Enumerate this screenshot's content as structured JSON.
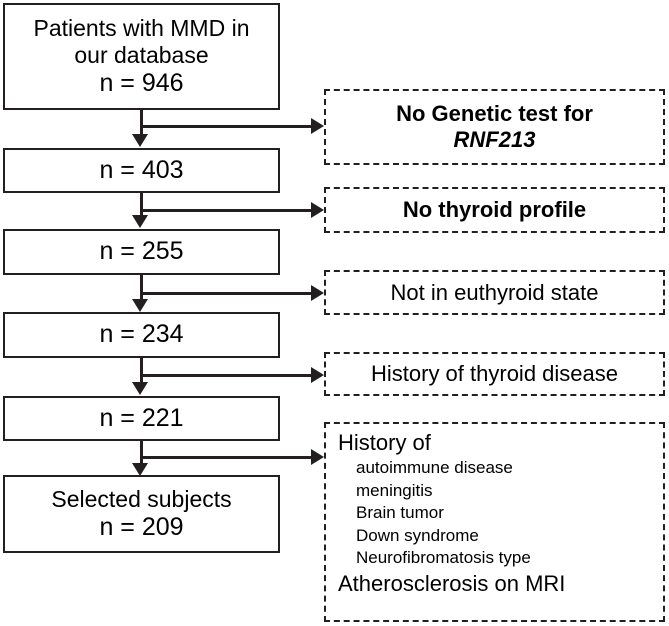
{
  "figure": {
    "type": "flowchart",
    "title": "Patient selection flow diagram",
    "orientation": "vertical-with-right-exclusions"
  },
  "flow": {
    "nodes": [
      {
        "id": "node-source",
        "style": "solid",
        "lines": [
          "Patients with MMD in",
          "our database",
          "n = 946"
        ],
        "count": 946
      },
      {
        "id": "node-403",
        "style": "solid",
        "lines": [
          "n = 403"
        ],
        "count": 403
      },
      {
        "id": "node-255",
        "style": "solid",
        "lines": [
          "n = 255"
        ],
        "count": 255
      },
      {
        "id": "node-234",
        "style": "solid",
        "lines": [
          "n = 234"
        ],
        "count": 234
      },
      {
        "id": "node-221",
        "style": "solid",
        "lines": [
          "n = 221"
        ],
        "count": 221
      },
      {
        "id": "node-selected",
        "style": "solid",
        "lines": [
          "Selected subjects",
          "n = 209"
        ],
        "count": 209
      }
    ]
  },
  "exclusions": [
    {
      "id": "excl-genetic",
      "style": "dashed",
      "line1": "No Genetic test for",
      "line2_italic": "RNF213"
    },
    {
      "id": "excl-thyroid-profile",
      "style": "dashed",
      "line1": "No thyroid profile"
    },
    {
      "id": "excl-euthyroid",
      "style": "dashed",
      "line1": "Not in euthyroid state"
    },
    {
      "id": "excl-thyroid-history",
      "style": "dashed",
      "line1": "History of thyroid disease"
    },
    {
      "id": "excl-history-of",
      "style": "dashed",
      "heading": "History of",
      "items": [
        "autoimmune disease",
        "meningitis",
        "Brain tumor",
        "Down syndrome",
        "Neurofibromatosis type"
      ],
      "footer": "Atherosclerosis on MRI"
    }
  ],
  "colors": {
    "ink": "#231f20",
    "background": "#ffffff"
  }
}
